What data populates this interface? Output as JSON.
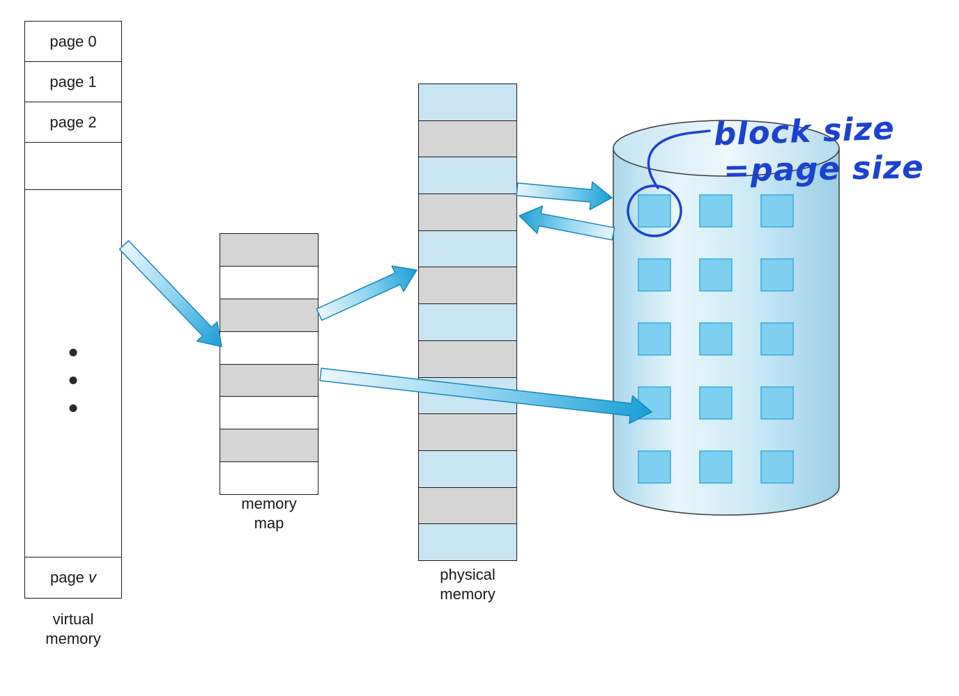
{
  "diagram": {
    "virtual_memory": {
      "pages": [
        "page 0",
        "page 1",
        "page 2"
      ],
      "last_page_prefix": "page ",
      "last_page_var": "v",
      "label_line1": "virtual",
      "label_line2": "memory"
    },
    "memory_map": {
      "label_line1": "memory",
      "label_line2": "map",
      "cells": [
        "gray",
        "white",
        "gray",
        "white",
        "gray",
        "white",
        "gray",
        "white"
      ]
    },
    "physical_memory": {
      "label_line1": "physical",
      "label_line2": "memory",
      "cells": [
        "blue",
        "gray",
        "blue",
        "gray",
        "blue",
        "gray",
        "blue",
        "gray",
        "blue",
        "gray",
        "blue",
        "gray",
        "blue"
      ]
    },
    "disk": {
      "block_rows": 5,
      "block_cols": 3
    },
    "annotation": {
      "line1": "block size",
      "line2": "=page size"
    },
    "colors": {
      "outline": "#1a1a1a",
      "cell-gray": "#d5d5d5",
      "cell-white": "#ffffff",
      "cell-blue": "#c9e5f4",
      "block-fill": "#7dd0f0",
      "block-stroke": "#3aabd8",
      "arrow-head-blue": "#189ed6",
      "arrow-tail-blue": "#eaf7fd",
      "annotation-blue": "#1c43d0"
    }
  }
}
